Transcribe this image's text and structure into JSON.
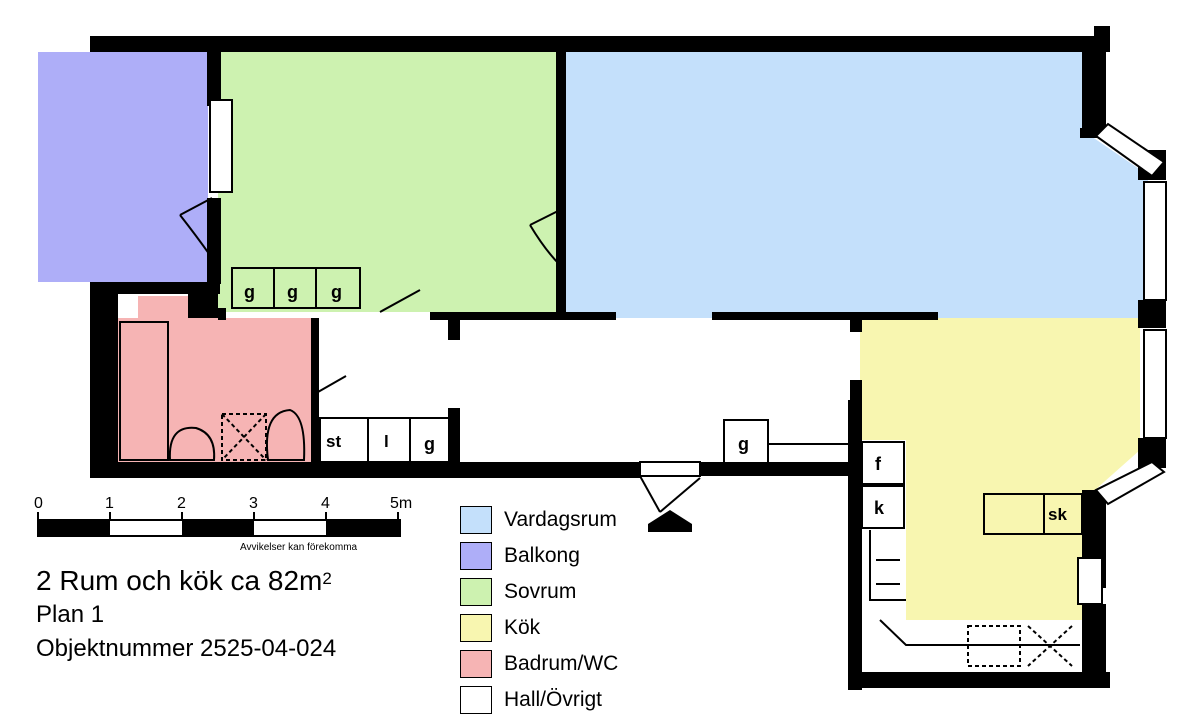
{
  "title": {
    "main": "2 Rum och kök ca 82m",
    "sup": "2",
    "plan": "Plan 1",
    "object": "Objektnummer 2525-04-024"
  },
  "scale": {
    "ticks": [
      "0",
      "1",
      "2",
      "3",
      "4",
      "5m"
    ],
    "note": "Avvikelser kan förekomma"
  },
  "legend": [
    {
      "label": "Vardagsrum",
      "color": "#c4e0fb"
    },
    {
      "label": "Balkong",
      "color": "#aeaef8"
    },
    {
      "label": "Sovrum",
      "color": "#cdf2b0"
    },
    {
      "label": "Kök",
      "color": "#f8f6b0"
    },
    {
      "label": "Badrum/WC",
      "color": "#f6b4b4"
    },
    {
      "label": "Hall/Övrigt",
      "color": "#ffffff"
    }
  ],
  "fixtures": {
    "sovrum_g1": "g",
    "sovrum_g2": "g",
    "sovrum_g3": "g",
    "hall_st": "st",
    "hall_l": "l",
    "hall_g": "g",
    "hall_g2": "g",
    "kok_f": "f",
    "kok_k": "k",
    "kok_sk": "sk"
  }
}
